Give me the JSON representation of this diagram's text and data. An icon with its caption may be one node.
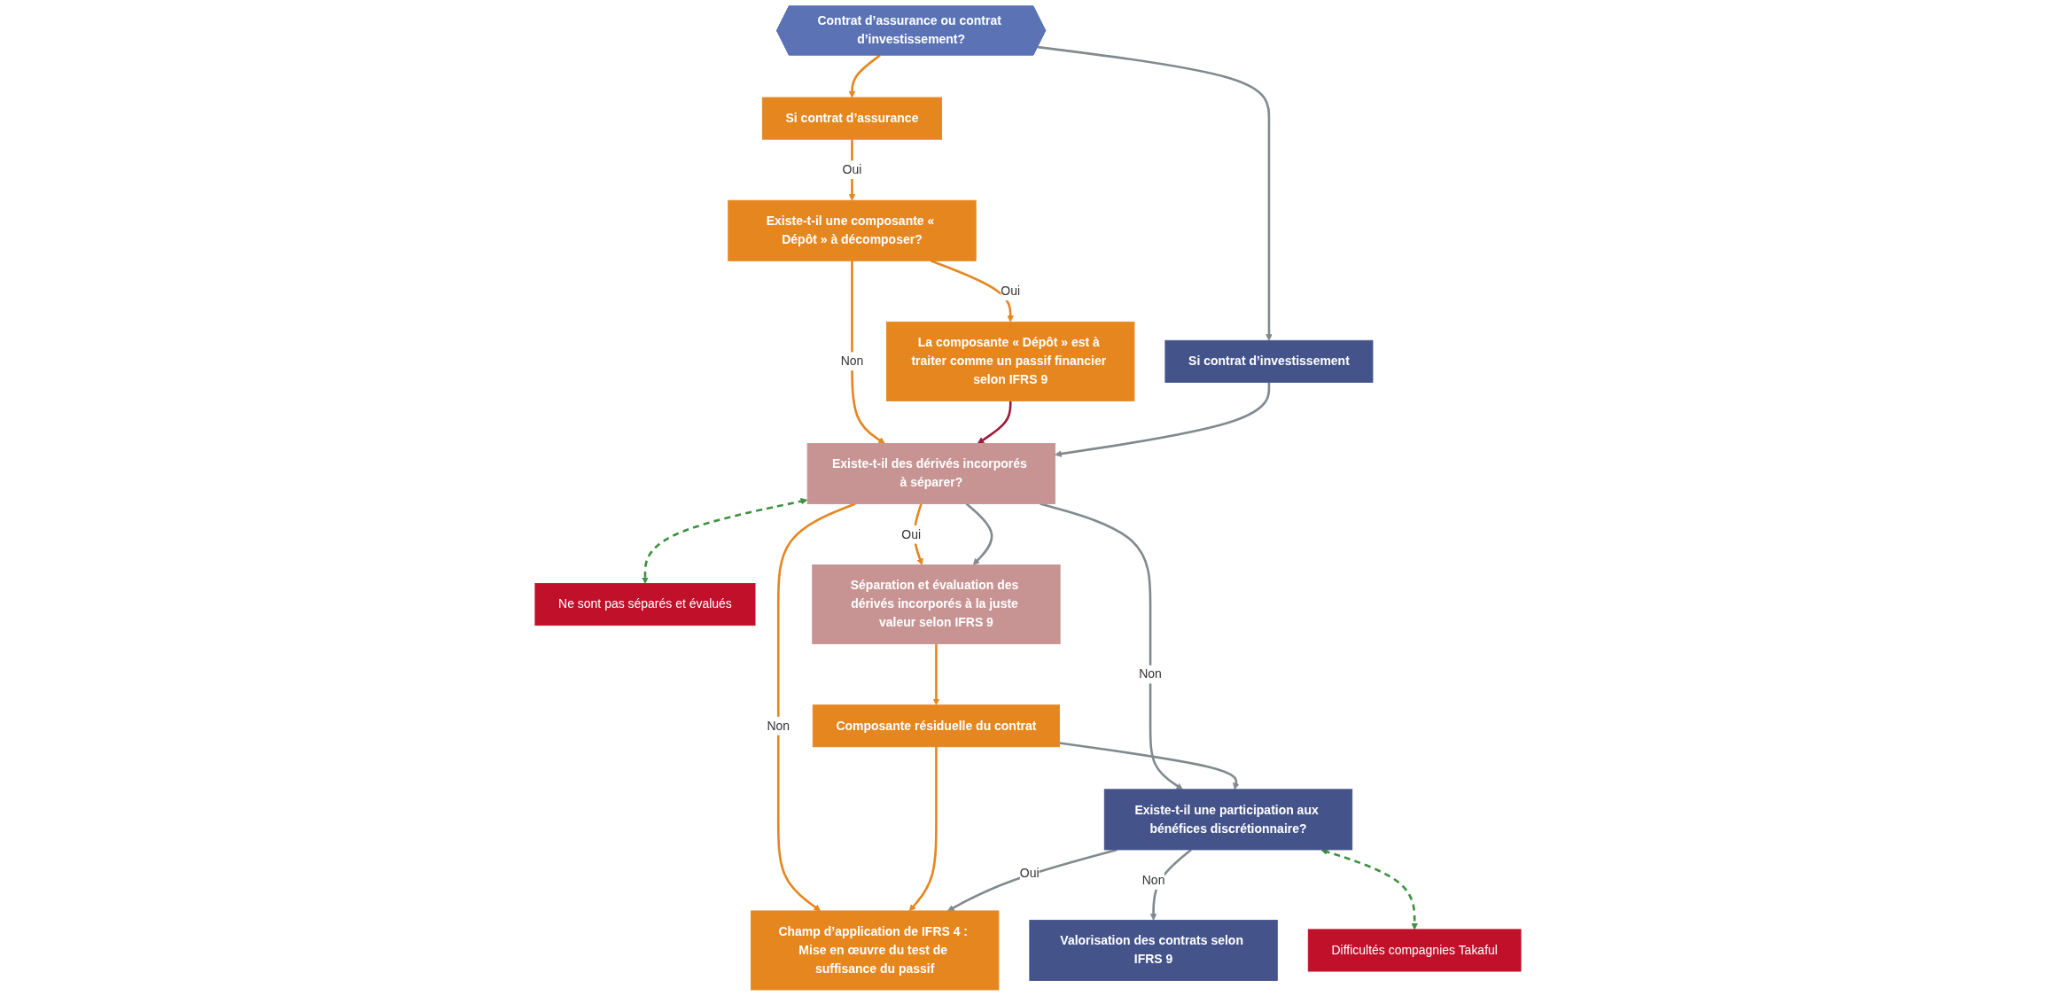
{
  "diagram": {
    "nodes": [
      {
        "text": [
          "Contrat d’assurance ou contrat d’investissement?"
        ]
      },
      {
        "text": [
          "Si contrat d’assurance"
        ]
      },
      {
        "text": [
          "Si contrat d’investissement"
        ]
      },
      {
        "text": [
          "Existe-t-il une composante « Dépôt » à décomposer?"
        ]
      },
      {
        "text": [
          "La composante « Dépôt » est à traiter comme un passif financier selon IFRS 9"
        ]
      },
      {
        "text": [
          "Existe-t-il des dérivés incorporés à séparer?"
        ]
      },
      {
        "text": [
          "Ne sont pas séparés et évalués"
        ]
      },
      {
        "text": [
          "Séparation et évaluation des dérivés incorporés à la juste valeur selon IFRS 9"
        ]
      },
      {
        "text": [
          "Composante résiduelle du contrat"
        ]
      },
      {
        "text": [
          "Existe-t-il une participation aux bénéfices discrétionnaire?"
        ]
      },
      {
        "text": [
          "Difficultés compagnies Takaful"
        ]
      },
      {
        "text": [
          "Champ d’application de IFRS 4 : Mise en œuvre du test de suffisance du passif"
        ]
      },
      {
        "text": [
          "Valorisation des contrats selon IFRS 9"
        ]
      }
    ],
    "edges": [
      {
        "from": 0,
        "to": 1,
        "arrow": "to",
        "color": "#e6861f"
      },
      {
        "from": 0,
        "to": 2,
        "arrow": "to",
        "color": "#808a8f"
      },
      {
        "from": 1,
        "to": 3,
        "arrow": "to",
        "label": "Oui",
        "color": "#e6861f"
      },
      {
        "from": 3,
        "to": 4,
        "arrow": "to",
        "label": "Oui",
        "color": "#e6861f"
      },
      {
        "from": 3,
        "to": 5,
        "arrow": "to",
        "label": "Non",
        "color": "#e6861f"
      },
      {
        "from": 4,
        "to": 5,
        "arrow": "to",
        "color": "#a0183c"
      },
      {
        "from": 2,
        "to": 5,
        "arrow": "to",
        "color": "#808a8f"
      },
      {
        "from": 5,
        "to": 6,
        "arrow": "both",
        "style": "dashed",
        "color": "#3d9140"
      },
      {
        "from": 5,
        "to": 7,
        "arrow": "to",
        "label": "Oui",
        "color": "#e6861f"
      },
      {
        "from": 5,
        "to": 7,
        "arrow": "to",
        "color": "#808a8f"
      },
      {
        "from": 5,
        "to": 11,
        "arrow": "to",
        "label": "Non",
        "color": "#e6861f"
      },
      {
        "from": 5,
        "to": 9,
        "arrow": "to",
        "label": "Non",
        "color": "#808a8f"
      },
      {
        "from": 7,
        "to": 8,
        "arrow": "to",
        "color": "#e6861f"
      },
      {
        "from": 8,
        "to": 9,
        "arrow": "to",
        "color": "#808a8f"
      },
      {
        "from": 8,
        "to": 11,
        "arrow": "to",
        "color": "#e6861f"
      },
      {
        "from": 9,
        "to": 11,
        "arrow": "to",
        "label": "Oui",
        "color": "#808a8f"
      },
      {
        "from": 9,
        "to": 12,
        "arrow": "to",
        "label": "Non",
        "color": "#808a8f"
      },
      {
        "from": 9,
        "to": 10,
        "arrow": "both",
        "style": "dashed",
        "color": "#3d9140"
      }
    ]
  }
}
